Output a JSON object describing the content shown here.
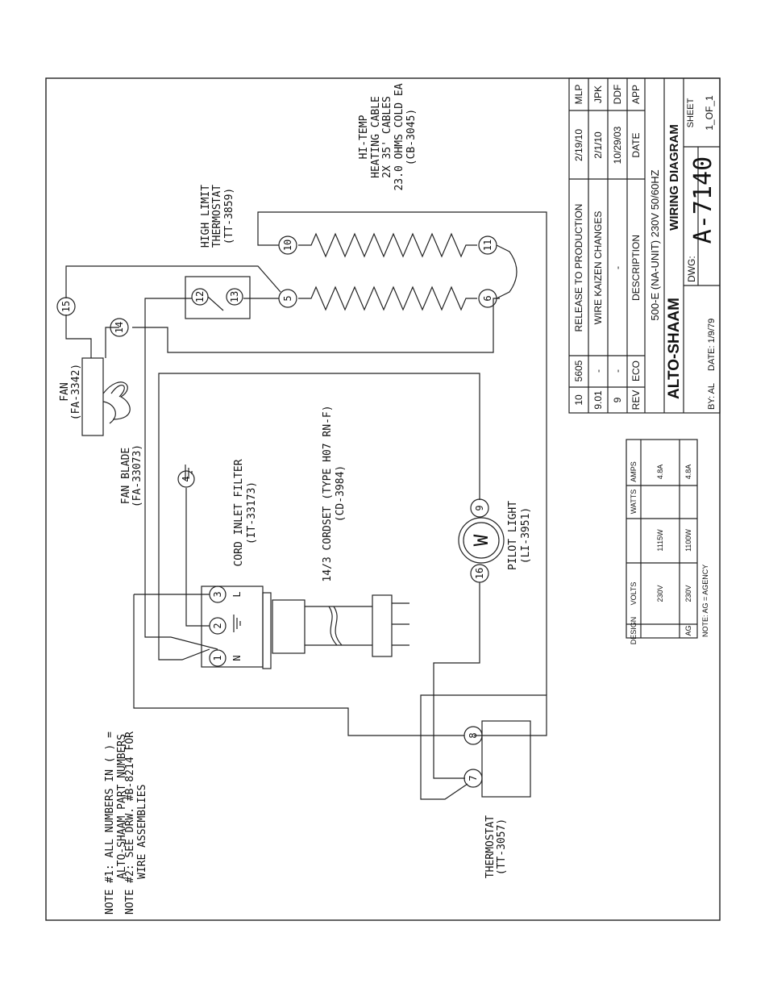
{
  "labels": {
    "fan": "FAN",
    "fan_pn": "(FA-3342)",
    "fan_blade": "FAN BLADE",
    "fan_blade_pn": "(FA-33073)",
    "cord_filter": "CORD INLET FILTER",
    "cord_filter_pn": "(IT-33173)",
    "cordset": "14/3 CORDSET (TYPE H07 RN-F)",
    "cordset_pn": "(CD-3984)",
    "pilot": "PILOT LIGHT",
    "pilot_pn": "(LI-3951)",
    "hlt1": "HIGH LIMIT",
    "hlt2": "THERMOSTAT",
    "hlt_pn": "(TT-3859)",
    "heat1": "HI-TEMP",
    "heat2": "HEATING CABLE",
    "heat3": "2X 35' CABLES",
    "heat4": "23.0 OHMS COLD EA",
    "heat_pn": "(CB-3045)",
    "thermostat": "THERMOSTAT",
    "thermostat_pn": "(TT-3057)",
    "filter_n": "N",
    "filter_l": "L",
    "pilot_symbol": "W"
  },
  "notes": {
    "n1a": "NOTE #1: ALL NUMBERS IN ( ) =",
    "n1b": "ALTO-SHAAM PART NUMBERS",
    "n2a": "NOTE #2: SEE DRW. #B-8214 FOR",
    "n2b": "WIRE ASSEMBLIES"
  },
  "terminals": {
    "t1": "1",
    "t2": "2",
    "t3": "3",
    "t4": "4",
    "t5": "5",
    "t6": "6",
    "t7": "7",
    "t8": "8",
    "t9": "9",
    "t10": "10",
    "t11": "11",
    "t12": "12",
    "t13": "13",
    "t14": "14",
    "t15": "15",
    "t16": "16"
  },
  "spec_table": {
    "headers": {
      "design": "DESIGN",
      "volts": "VOLTS",
      "watts": "WATTS",
      "amps": "AMPS"
    },
    "row1": {
      "design": "",
      "volts": "230V",
      "watts": "1115W",
      "amps": "4.8A"
    },
    "row2": {
      "design": "AG",
      "volts": "230V",
      "watts": "1100W",
      "amps": "4.8A"
    },
    "note": "NOTE: AG = AGENCY"
  },
  "revisions": {
    "r1": {
      "rev": "10",
      "eco": "5605",
      "desc": "RELEASE TO PRODUCTION",
      "date": "2/19/10",
      "app": "MLP"
    },
    "r2": {
      "rev": "9.01",
      "eco": "-",
      "desc": "WIRE KAIZEN CHANGES",
      "date": "2/1/10",
      "app": "JPK"
    },
    "r3": {
      "rev": "9",
      "eco": "-",
      "desc": "-",
      "date": "10/29/03",
      "app": "DDF"
    },
    "header": {
      "rev": "REV",
      "eco": "ECO",
      "desc": "DESCRIPTION",
      "date": "DATE",
      "app": "APP"
    }
  },
  "title_block": {
    "brand": "ALTO-SHAAM",
    "model": "500-E (NA-UNIT) 230V 50/60HZ",
    "title": "WIRING DIAGRAM",
    "by": "BY: AL",
    "date": "DATE: 1/9/79",
    "dwg_label": "DWG:",
    "dwg_no": "A-7140",
    "sheet_label": "SHEET",
    "sheet_no": "1_OF_1"
  }
}
